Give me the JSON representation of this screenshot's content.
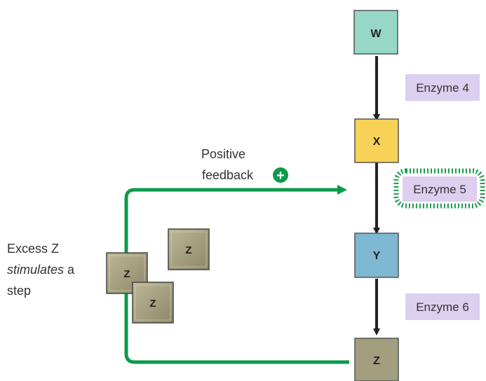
{
  "nodes": {
    "w": {
      "label": "W",
      "color": "#97D7C7"
    },
    "x": {
      "label": "X",
      "color": "#F7D257"
    },
    "y": {
      "label": "Y",
      "color": "#7FB8D2"
    },
    "z": {
      "label": "Z",
      "color": "#A39E7D"
    }
  },
  "enzymes": {
    "e4": {
      "label": "Enzyme 4"
    },
    "e5": {
      "label": "Enzyme 5"
    },
    "e6": {
      "label": "Enzyme 6"
    },
    "fill_color": "#DCCFEF",
    "highlight_color": "#1E9B4E"
  },
  "feedback": {
    "label_line1": "Positive",
    "label_line2": "feedback",
    "sign": "+",
    "color": "#0E9A4A"
  },
  "excess": {
    "line1": "Excess Z",
    "line2_italic": "stimulates",
    "line2_rest": " a",
    "line3": "step",
    "molecule_label": "Z",
    "molecule_color": "#A39E7D"
  },
  "arrow_color": "#222222"
}
